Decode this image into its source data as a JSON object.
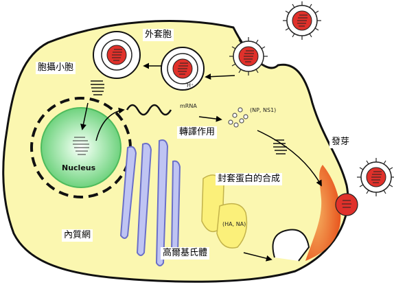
{
  "labels": {
    "exosome": "外套胞",
    "endosome": "胞攝小胞",
    "nucleus": "Nucleus",
    "mrna": "mRNA",
    "np_ns1": "(NP, NS1)",
    "translation": "轉譯作用",
    "budding": "發芽",
    "envelope_synthesis": "封套蛋白的合成",
    "ha_na": "(HA, NA)",
    "er": "內質網",
    "golgi": "高爾基氏體",
    "h_plus": "H⁺"
  },
  "colors": {
    "cytoplasm": "#fbf7b0",
    "nucleus": "#8ee19a",
    "virus_core": "#e0312b",
    "budding_zone": "#f07a2a",
    "er": "#8a8ed8",
    "golgi": "#fbf07a"
  }
}
